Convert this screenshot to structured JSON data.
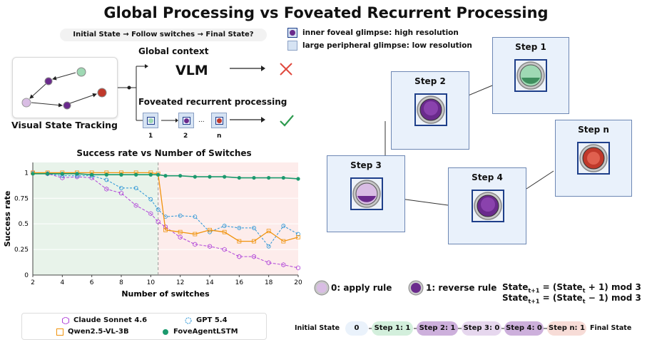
{
  "title": "Global Processing vs Foveated Recurrent Processing",
  "task_prompt": "Initial State → Follow switches → Final State?",
  "vst_label": "Visual State Tracking",
  "global_context_label": "Global context",
  "vlm_label": "VLM",
  "foveated_label": "Foveated recurrent processing",
  "glimpse_numbers": [
    "1",
    "2",
    "n"
  ],
  "glimpse_ellipsis": "...",
  "glimpse_legend": {
    "inner": "inner foveal glimpse: high resolution",
    "peripheral": "large peripheral glimpse: low resolution"
  },
  "steps": [
    "Step 1",
    "Step 2",
    "Step 3",
    "Step 4",
    "Step n"
  ],
  "rules": {
    "apply": "0: apply rule",
    "reverse": "1: reverse rule",
    "formula_1": "State",
    "formula_1_sub": "t+1",
    "formula_1_rhs_a": " = (State",
    "formula_1_rhs_sub": "t",
    "formula_1_rhs_b": " + 1) mod 3",
    "formula_2": "State",
    "formula_2_sub": "t+1",
    "formula_2_rhs_a": " = (State",
    "formula_2_rhs_sub": "t",
    "formula_2_rhs_b": " − 1) mod 3"
  },
  "sequence": {
    "initial_label": "Initial State",
    "initial_value": "0",
    "chips": [
      "Step 1: 1",
      "Step 2: 1",
      "Step 3: 0",
      "Step 4: 0",
      "Step n: 1"
    ],
    "final_label": "Final State"
  },
  "colors": {
    "green_marker": "#4caf7a",
    "purple_marker": "#6a2a8c",
    "light_purple": "#cfa9dd",
    "red_marker": "#c0392b",
    "cross": "#e04a3f",
    "check": "#2e9b4f",
    "panel_border": "#6d87b4",
    "panel_fill": "#e9f1fb"
  },
  "chart_data": {
    "type": "line",
    "title": "Success rate vs Number of Switches",
    "xlabel": "Number of switches",
    "ylabel": "Success rate",
    "xlim": [
      2,
      20
    ],
    "ylim": [
      0,
      1.1
    ],
    "xticks": [
      "2",
      "4",
      "6",
      "8",
      "10",
      "12",
      "14",
      "16",
      "18",
      "20"
    ],
    "yticks": [
      "0",
      "0.25",
      "0.5",
      "0.75",
      "1"
    ],
    "x": [
      2,
      3,
      4,
      5,
      6,
      7,
      8,
      9,
      10,
      10.5,
      11,
      12,
      13,
      14,
      15,
      16,
      17,
      18,
      19,
      20
    ],
    "divider_x": 10.5,
    "series": [
      {
        "name": "Claude Sonnet 4.6",
        "values": [
          1.0,
          0.99,
          0.95,
          0.96,
          0.95,
          0.84,
          0.8,
          0.68,
          0.6,
          0.52,
          0.47,
          0.37,
          0.3,
          0.28,
          0.25,
          0.18,
          0.18,
          0.12,
          0.1,
          0.07
        ]
      },
      {
        "name": "GPT 5.4",
        "values": [
          1.0,
          0.99,
          0.97,
          0.97,
          0.97,
          0.93,
          0.85,
          0.85,
          0.74,
          0.64,
          0.57,
          0.58,
          0.57,
          0.42,
          0.48,
          0.46,
          0.46,
          0.28,
          0.48,
          0.4
        ]
      },
      {
        "name": "Qwen2.5-VL-3B",
        "values": [
          1.0,
          1.0,
          1.0,
          1.0,
          1.0,
          1.0,
          1.0,
          1.0,
          1.0,
          0.99,
          0.44,
          0.42,
          0.4,
          0.44,
          0.42,
          0.33,
          0.33,
          0.43,
          0.33,
          0.37
        ]
      },
      {
        "name": "FoveAgentLSTM",
        "values": [
          0.99,
          0.99,
          0.99,
          0.99,
          0.98,
          0.98,
          0.98,
          0.98,
          0.98,
          0.98,
          0.97,
          0.97,
          0.96,
          0.96,
          0.96,
          0.95,
          0.95,
          0.95,
          0.95,
          0.94
        ]
      }
    ],
    "series_colors": [
      "#b044d8",
      "#2a95d6",
      "#f0930d",
      "#1b9a6e"
    ],
    "legend_position": "bottom"
  }
}
